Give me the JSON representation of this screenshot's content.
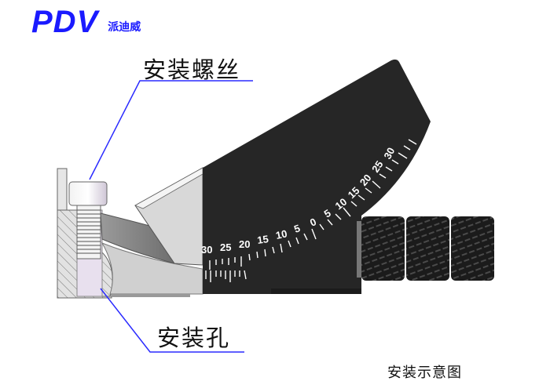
{
  "brand": {
    "logo_text": "PDV",
    "name_cn": "派迪威",
    "color": "#1a1aff"
  },
  "callouts": {
    "screw_label": "安装螺丝",
    "hole_label": "安装孔",
    "leader_color": "#2a2aff"
  },
  "caption": "安装示意图",
  "scale": {
    "arc_ticks": [
      "30",
      "25",
      "20",
      "15",
      "10",
      "5",
      "0",
      "5",
      "10",
      "15",
      "20",
      "25",
      "30"
    ],
    "vernier_ticks": [
      "30",
      "25",
      "20"
    ]
  },
  "colors": {
    "body_black": "#262626",
    "knob_black": "#1b1b1b",
    "metal_grey": "#cfcfcf",
    "hatch_grey": "#d6d6d6"
  }
}
